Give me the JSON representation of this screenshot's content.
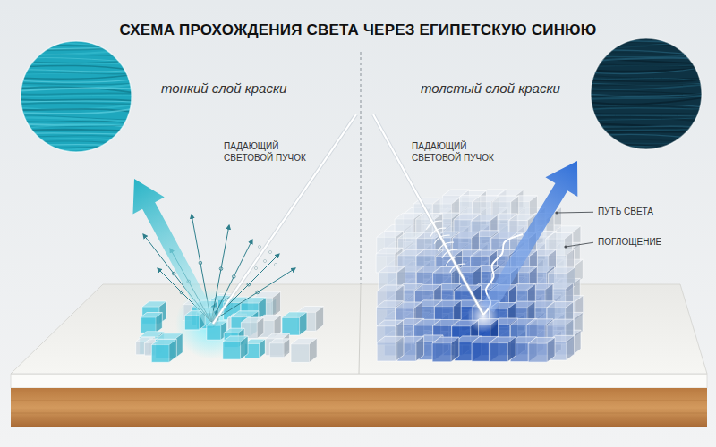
{
  "diagram": {
    "title": "СХЕМА ПРОХОЖДЕНИЯ СВЕТА ЧЕРЕЗ ЕГИПЕТСКУЮ СИНЮЮ",
    "labels": [
      "тонкий слой краски",
      "толстый слой краски",
      "ПАДАЮЩИЙ СВЕТОВОЙ ПУЧОК",
      "ПАДАЮЩИЙ СВЕТОВОЙ ПУЧОК",
      "ПУТЬ СВЕТА",
      "ПОГЛОЩЕНИЕ"
    ]
  }
}
